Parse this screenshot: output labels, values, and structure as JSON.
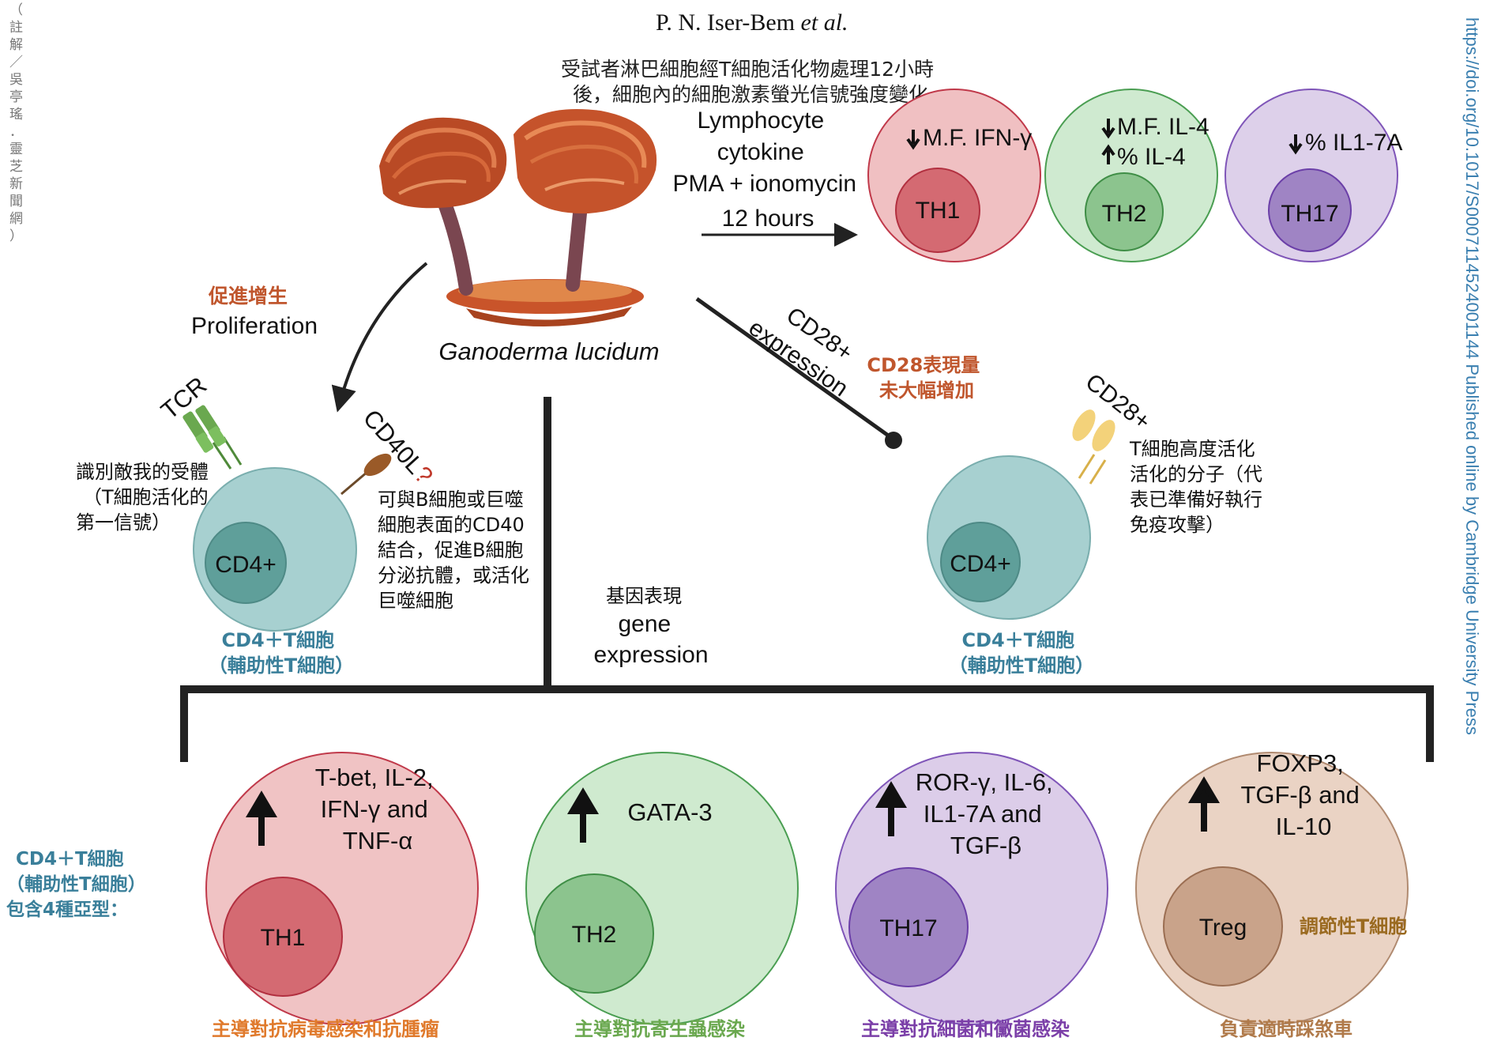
{
  "header": {
    "author": "P. N. Iser-Bem",
    "etal": "et al."
  },
  "side_note": "（註解／吳亭瑤．靈芝新聞網）",
  "doi": "https://doi.org/10.1017/S0007114524001144 Published online by Cambridge University Press",
  "colors": {
    "th1": "#e8a4a8",
    "th1_inner": "#d0666e",
    "th1_stroke": "#c0394a",
    "th2": "#bfe3c0",
    "th2_inner": "#8cc48e",
    "th2_stroke": "#4a9e52",
    "th17": "#cfbfe0",
    "th17_inner": "#9f84c4",
    "th17_stroke": "#6b3fa8",
    "treg": "#e3c8b8",
    "treg_inner": "#c9a38a",
    "treg_stroke": "#9b6e52",
    "cd4": "#9ccbcb",
    "cd4_inner": "#5f9f9a",
    "orange": "#c0562d",
    "teal_text": "#3a7f9a"
  },
  "top": {
    "caption_zh": [
      "受試者淋巴細胞經T細胞活化物處理12小時",
      "後，細胞內的細胞激素螢光信號強度變化"
    ],
    "labels": [
      "Lymphocyte",
      "cytokine",
      "PMA + ionomycin",
      "12 hours"
    ],
    "circles": [
      {
        "lines": [
          "M.F. IFN-γ"
        ],
        "arrows": [
          "down"
        ],
        "name": "TH1"
      },
      {
        "lines": [
          "M.F. IL-4",
          "% IL-4"
        ],
        "arrows": [
          "down",
          "up"
        ],
        "name": "TH2"
      },
      {
        "lines": [
          "% IL1-7A"
        ],
        "arrows": [
          "down"
        ],
        "name": "TH17"
      }
    ]
  },
  "center": {
    "species": "Ganoderma lucidum",
    "mushroom_icon": "reishi-mushroom",
    "prolif_zh": "促進增生",
    "prolif_en": "Proliferation",
    "cd28_expr": [
      "CD28+",
      "expression"
    ],
    "cd28_zh": [
      "CD28表現量",
      "未大幅增加"
    ],
    "gene_zh": "基因表現",
    "gene_en": [
      "gene",
      "expression"
    ]
  },
  "left_cell": {
    "tcr": "TCR",
    "tcr_note": [
      "識別敵我的受體",
      "（T細胞活化的",
      "第一信號）"
    ],
    "cd40l": "CD40L",
    "question": "?",
    "cd40l_note": [
      "可與B細胞或巨噬",
      "細胞表面的CD40",
      "結合，促進B細胞",
      "分泌抗體，或活化",
      "巨噬細胞"
    ],
    "nucleus": "CD4+",
    "caption": [
      "CD4＋T細胞",
      "（輔助性T細胞）"
    ]
  },
  "right_cell": {
    "cd28": "CD28+",
    "note": [
      "T細胞高度活化",
      "活化的分子（代",
      "表已準備好執行",
      "免疫攻擊）"
    ],
    "nucleus": "CD4+",
    "caption": [
      "CD4＋T細胞",
      "（輔助性T細胞）"
    ]
  },
  "bottom": {
    "left_label": [
      "CD4＋T細胞",
      "（輔助性T細胞）",
      "包含4種亞型："
    ],
    "subsets": [
      {
        "name": "TH1",
        "genes": [
          "T-bet, IL-2,",
          "IFN-γ and",
          "TNF-α"
        ],
        "role": "主導對抗病毒感染和抗腫瘤"
      },
      {
        "name": "TH2",
        "genes": [
          "GATA-3"
        ],
        "role": "主導對抗寄生蟲感染"
      },
      {
        "name": "TH17",
        "genes": [
          "ROR-γ, IL-6,",
          "IL1-7A and",
          "TGF-β"
        ],
        "role": "主導對抗細菌和黴菌感染"
      },
      {
        "name": "Treg",
        "genes": [
          "FOXP3,",
          "TGF-β and",
          "IL-10"
        ],
        "role": "負責適時踩煞車",
        "side": "調節性T細胞"
      }
    ]
  }
}
